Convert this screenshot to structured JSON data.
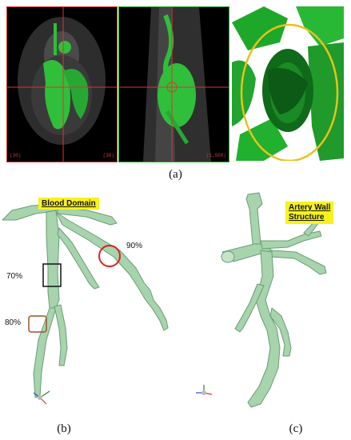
{
  "top_panels": {
    "caption": "(a)",
    "scan_left": {
      "corner_bl": "(30)",
      "corner_br": "(30)"
    },
    "scan_mid": {
      "corner_br": "(1,500)"
    }
  },
  "blood_domain": {
    "label": "Blood Domain",
    "markers": [
      "90%",
      "70%",
      "80%"
    ],
    "caption": "(b)"
  },
  "artery_wall": {
    "label_line1": "Artery  Wall",
    "label_line2": "Structure",
    "caption": "(c)"
  },
  "colors": {
    "vessel_fill": "#a7d3ad",
    "vessel_stroke": "#6a9e74",
    "scan_green": "#2fbf3a",
    "highlight_yellow": "#f7f21c",
    "circle_red": "#e02020",
    "box_black": "#111111",
    "box_brown": "#a0522d",
    "ellipse_yellow": "#e8c21a"
  }
}
